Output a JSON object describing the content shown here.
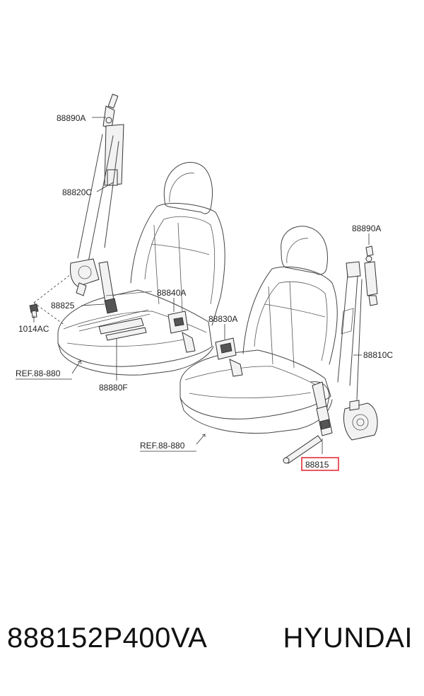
{
  "diagram": {
    "labels": {
      "l_88890a_left": "88890A",
      "l_88820c": "88820C",
      "l_88825": "88825",
      "l_1014ac": "1014AC",
      "l_88840a": "88840A",
      "l_88880f": "88880F",
      "l_88830a": "88830A",
      "l_88890a_right": "88890A",
      "l_88810c": "88810C",
      "l_88815": "88815",
      "ref_left": "REF.88-880",
      "ref_right": "REF.88-880"
    },
    "highlight_color": "#e0202a"
  },
  "caption": {
    "part_number": "888152P400VA",
    "brand": "HYUNDAI"
  }
}
